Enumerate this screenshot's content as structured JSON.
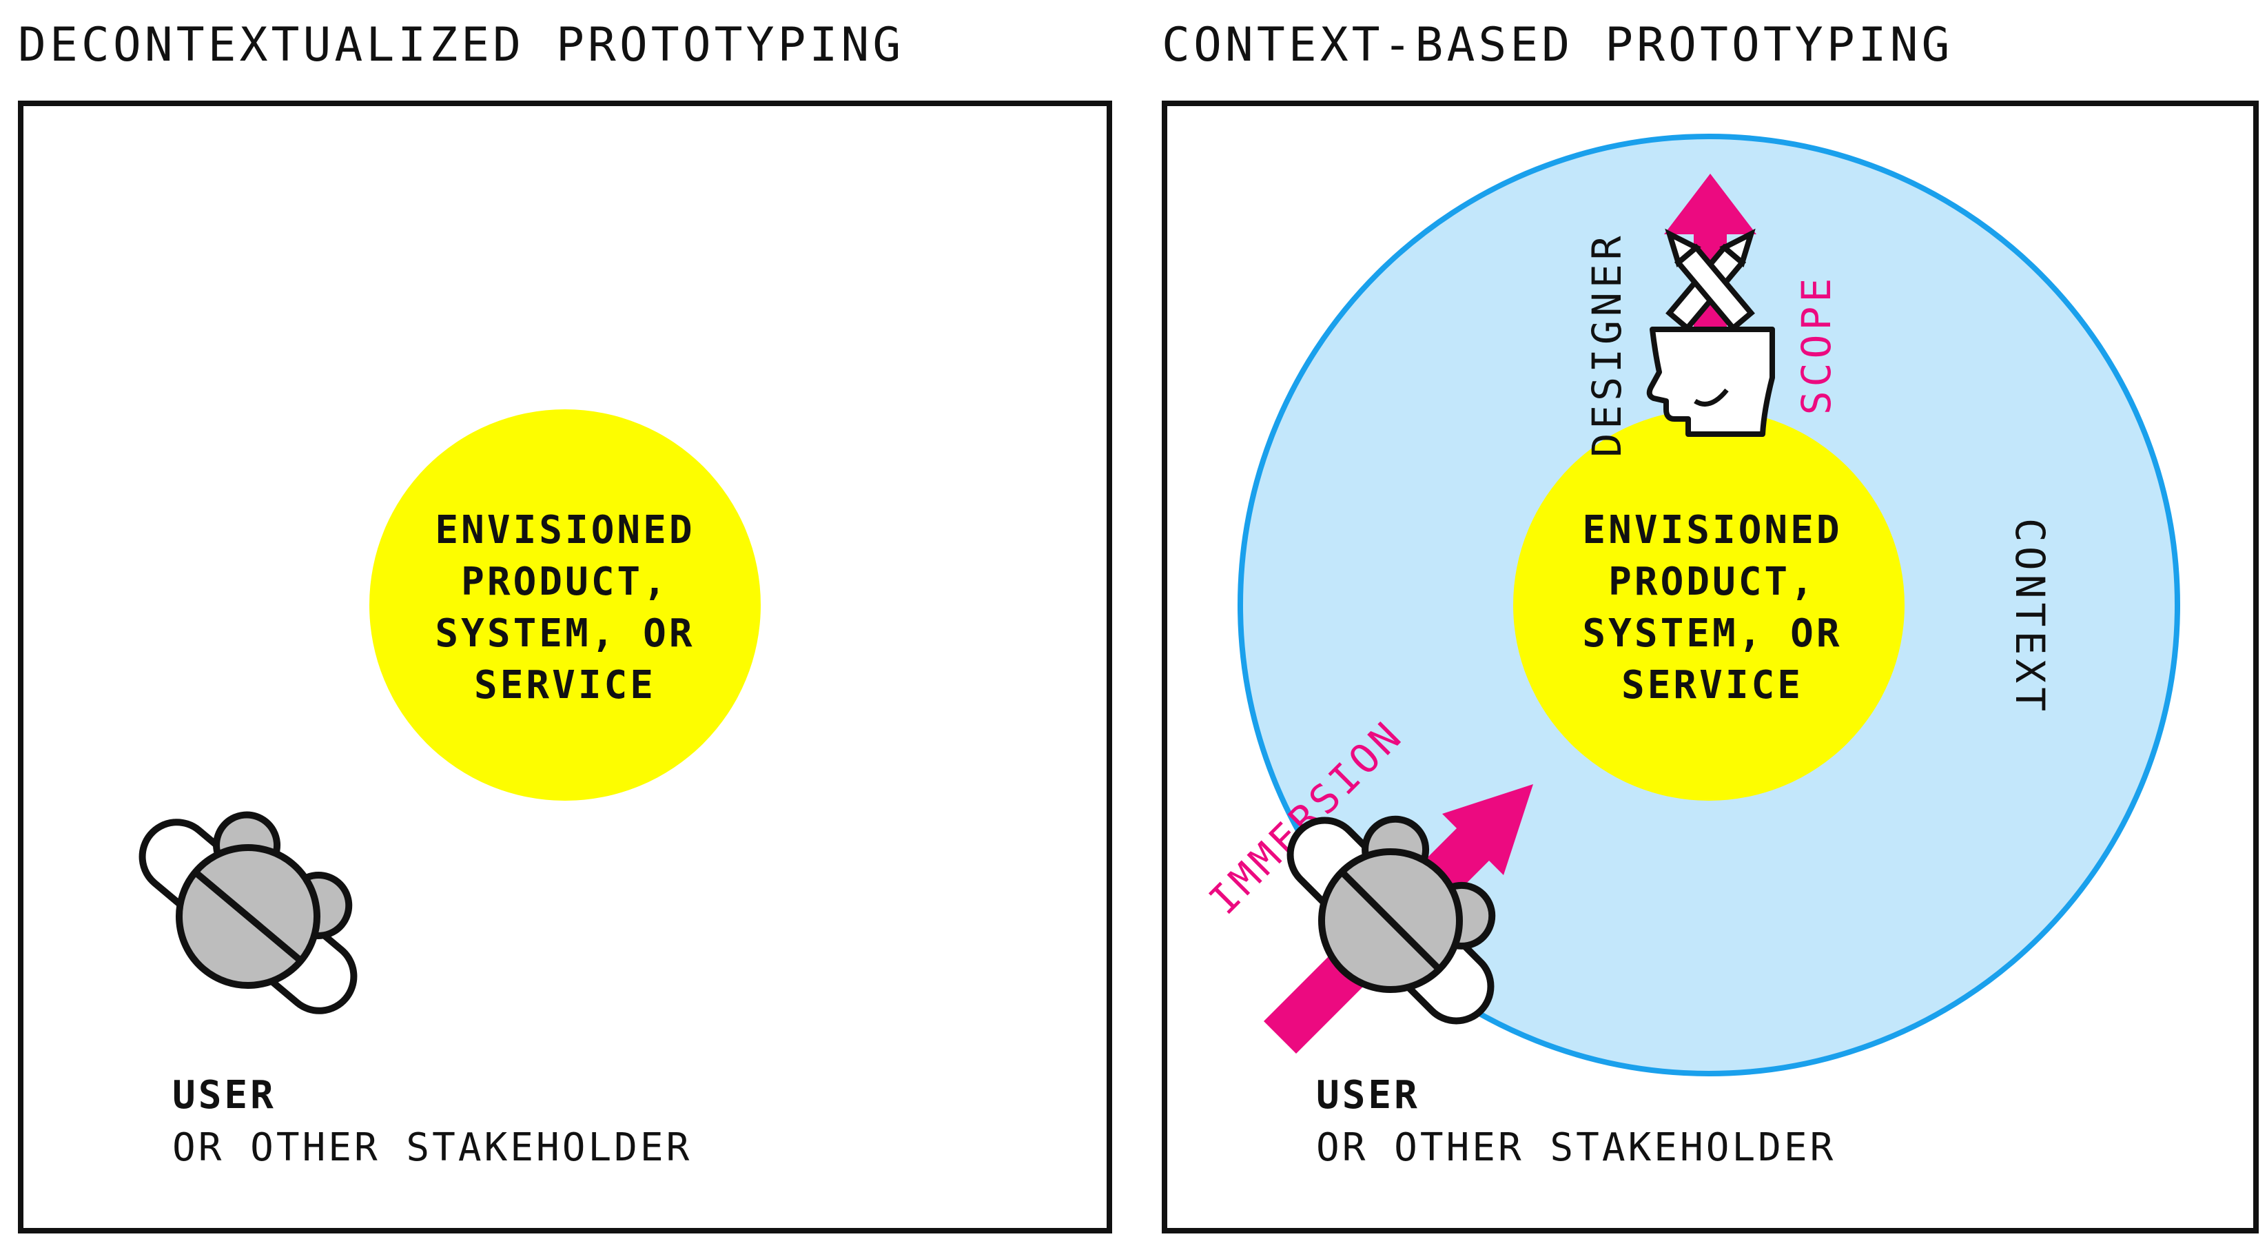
{
  "left_panel": {
    "title": "DECONTEXTUALIZED PROTOTYPING",
    "center_lines": [
      "ENVISIONED",
      "PRODUCT,",
      "SYSTEM, OR",
      "SERVICE"
    ],
    "user_label": "USER",
    "user_sublabel": "OR OTHER STAKEHOLDER",
    "user_icon": "user-topdown-icon"
  },
  "right_panel": {
    "title": "CONTEXT-BASED PROTOTYPING",
    "center_lines": [
      "ENVISIONED",
      "PRODUCT,",
      "SYSTEM, OR",
      "SERVICE"
    ],
    "context_label": "CONTEXT",
    "designer_label": "DESIGNER",
    "scope_label": "SCOPE",
    "immersion_label": "IMMERSION",
    "user_label": "USER",
    "user_sublabel": "OR OTHER STAKEHOLDER",
    "user_icon": "user-topdown-icon",
    "designer_icon": "designer-head-pencil-icon"
  },
  "colors": {
    "product": "#fdfd00",
    "context_fill": "#c3e7fb",
    "context_stroke": "#1aa0ec",
    "arrow": "#ec0a80",
    "frame": "#111111",
    "user_head": "#bdbdbd"
  }
}
